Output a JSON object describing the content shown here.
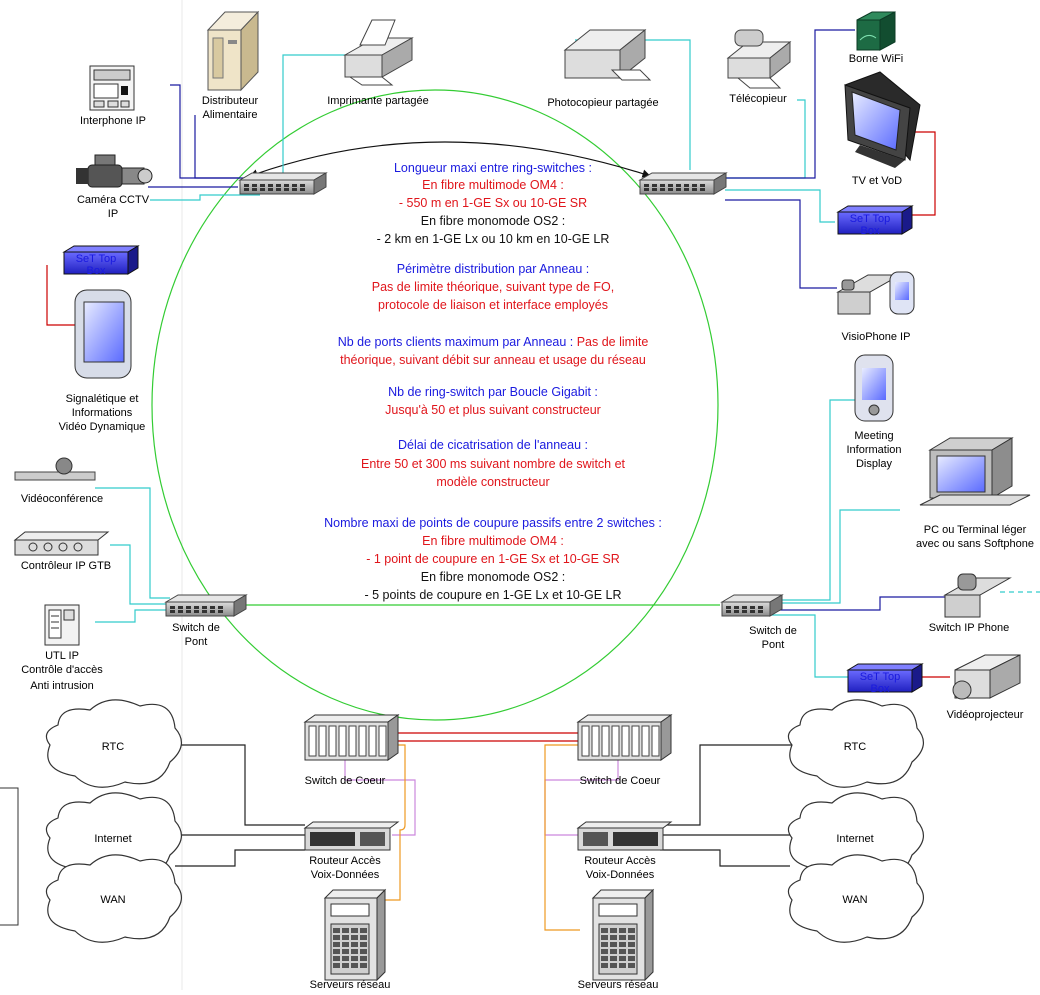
{
  "colors": {
    "blue_text": "#1a1adf",
    "red_text": "#e0151b",
    "black_text": "#111111",
    "ring": "#33cc33",
    "cyan_link": "#33cccc",
    "blue_link": "#1a1aa0",
    "red_link": "#cc0000",
    "orange_link": "#ee9922",
    "violet_link": "#cc88dd"
  },
  "devices": {
    "interphone": "Interphone IP",
    "distributeur": [
      "Distributeur",
      "Alimentaire"
    ],
    "imprimante": "Imprimante partagée",
    "photocopieur": "Photocopieur partagée",
    "telecopieur": "Télécopieur",
    "borne_wifi": "Borne WiFi",
    "tv_vod": "TV et VoD",
    "settop": [
      "SeT Top",
      "Box"
    ],
    "camera": [
      "Caméra CCTV",
      "IP"
    ],
    "visiophone": "VisioPhone IP",
    "signaletique": [
      "Signalétique et",
      "Informations",
      "Vidéo Dynamique"
    ],
    "meeting": [
      "Meeting",
      "Information",
      "Display"
    ],
    "pc": [
      "PC ou Terminal léger",
      "avec ou sans Softphone"
    ],
    "videoconf": "Vidéoconférence",
    "gtb": "Contrôleur IP GTB",
    "utl": [
      "UTL IP",
      "Contrôle d'accès",
      "Anti intrusion"
    ],
    "switch_pont": [
      "Switch de",
      "Pont"
    ],
    "switch_ip_phone": "Switch IP Phone",
    "videoprojecteur": "Vidéoprojecteur",
    "switch_coeur": "Switch de Coeur",
    "routeur": [
      "Routeur Accès",
      "Voix-Données"
    ],
    "serveurs": "Serveurs réseau",
    "clouds": [
      "RTC",
      "Internet",
      "WAN"
    ]
  },
  "info_blocks": [
    {
      "title": "Longueur maxi entre ring-switches :",
      "lines": [
        {
          "t": "En fibre multimode OM4 :",
          "c": "red"
        },
        {
          "t": "- 550 m en 1-GE Sx ou 10-GE SR",
          "c": "red"
        },
        {
          "t": "En fibre monomode OS2 :",
          "c": "black"
        },
        {
          "t": "- 2 km en 1-GE Lx ou 10 km en 10-GE LR",
          "c": "black"
        }
      ]
    },
    {
      "title": "Périmètre distribution par Anneau :",
      "lines": [
        {
          "t": "Pas de limite théorique, suivant type de FO,",
          "c": "red"
        },
        {
          "t": "protocole de liaison et interface employés",
          "c": "red"
        }
      ]
    },
    {
      "title": "",
      "lines": []
    },
    {
      "title": "Nb de ring-switch par Boucle Gigabit :",
      "lines": [
        {
          "t": "Jusqu'à 50 et plus suivant constructeur",
          "c": "red"
        }
      ]
    },
    {
      "title": "Délai de cicatrisation de l'anneau :",
      "lines": [
        {
          "t": "Entre 50 et 300 ms suivant nombre de switch et",
          "c": "red"
        },
        {
          "t": "modèle constructeur",
          "c": "red"
        }
      ]
    },
    {
      "title": "Nombre maxi de points de coupure passifs entre 2 switches :",
      "lines": [
        {
          "t": "En fibre multimode OM4 :",
          "c": "red"
        },
        {
          "t": "- 1 point de coupure en 1-GE Sx et 10-GE SR",
          "c": "red"
        },
        {
          "t": "En fibre monomode OS2 :",
          "c": "black"
        },
        {
          "t": "- 5 points de coupure en 1-GE Lx et 10-GE LR",
          "c": "black"
        }
      ]
    }
  ],
  "ports_block": {
    "title": "Nb de ports clients maximum par Anneau :",
    "title_tail": "Pas de limite",
    "line": "théorique, suivant débit sur anneau et usage du réseau"
  }
}
